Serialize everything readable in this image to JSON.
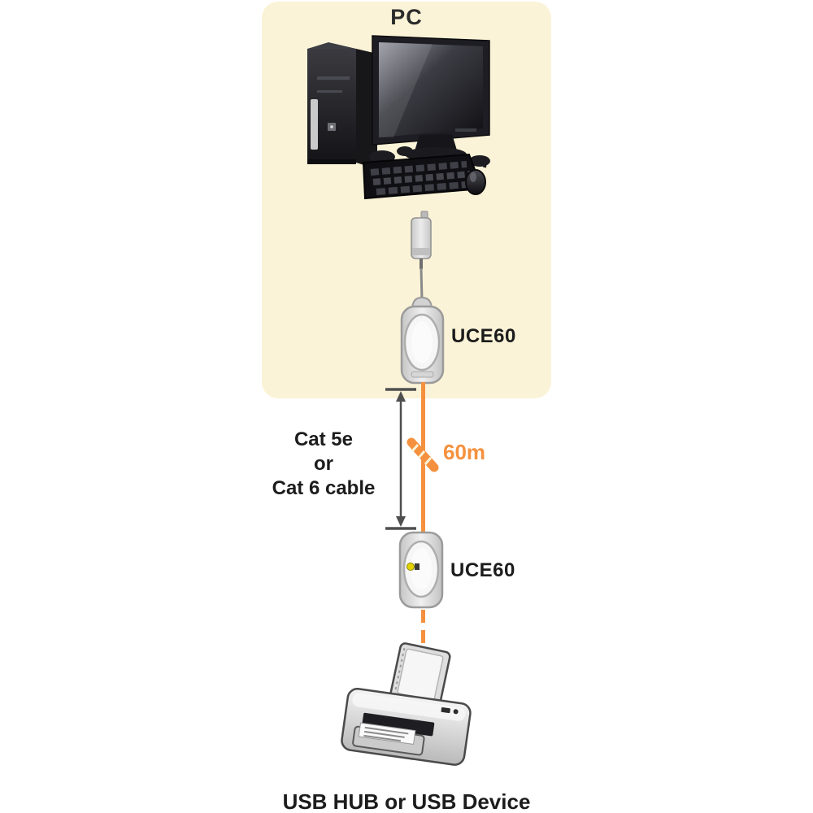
{
  "diagram": {
    "pc_label": "PC",
    "extender_top_label": "UCE60",
    "extender_bottom_label": "UCE60",
    "cable_label_line1": "Cat 5e",
    "cable_label_line2": "or",
    "cable_label_line3": "Cat 6 cable",
    "distance_label": "60m",
    "device_label": "USB HUB or USB Device"
  },
  "colors": {
    "panel_bg": "#FBF3D7",
    "cable_orange": "#F5913E",
    "distance_text_orange": "#F5913E",
    "measure_arrow_gray": "#4F4F4F",
    "label_text": "#1C1C1C"
  },
  "icons": {
    "pc": "desktop-computer-illustration",
    "usb_connector": "usb-plug-connector",
    "extender_top": "uce60-extender-dongle",
    "extender_bottom": "uce60-extender-dongle-with-led",
    "cable_break": "cable-segment-marker",
    "printer": "usb-printer-illustration"
  }
}
